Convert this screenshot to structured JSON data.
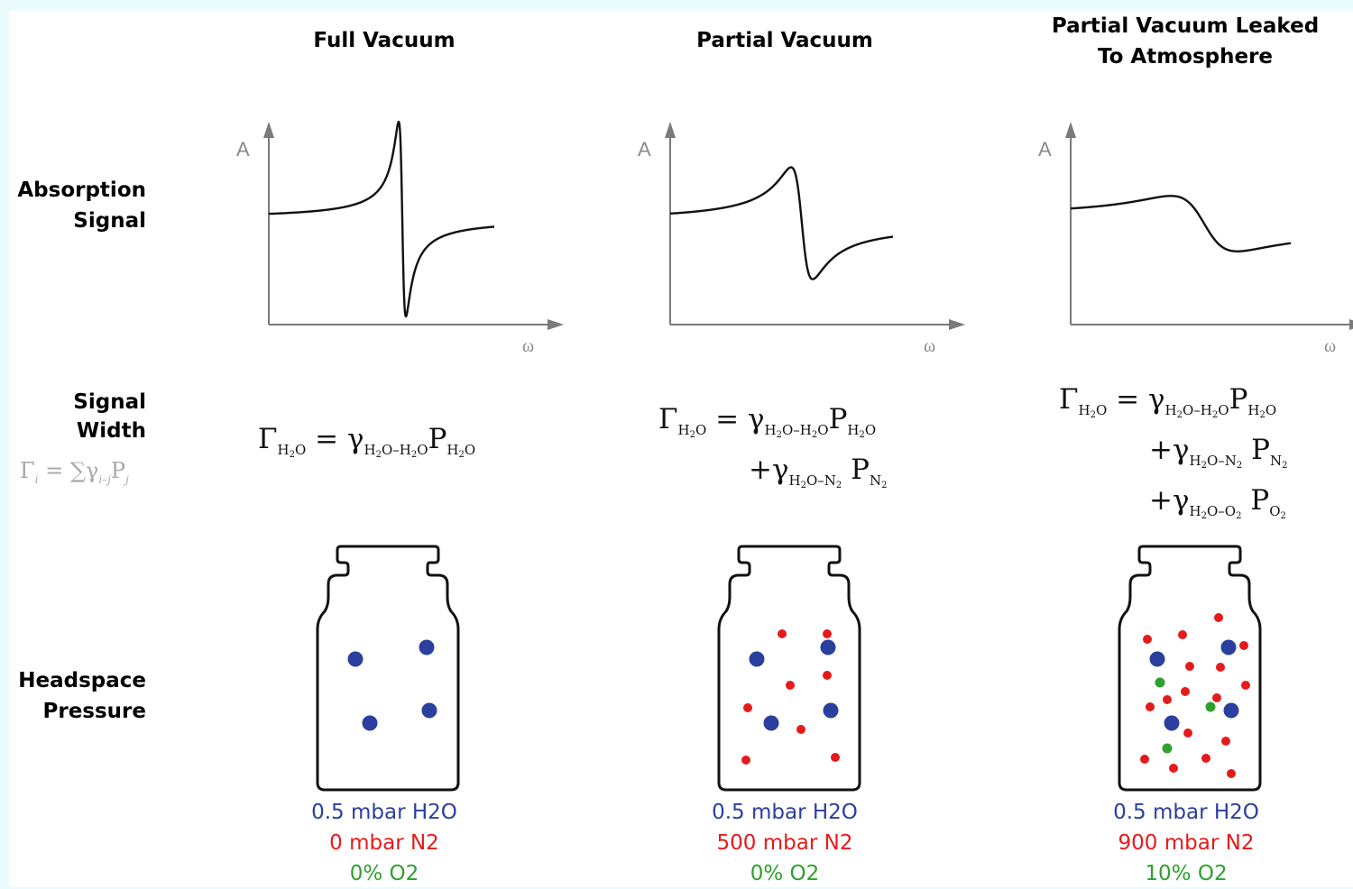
{
  "columns": [
    {
      "title_lines": [
        "Full Vacuum"
      ],
      "formula": {
        "lines": [
          "Γ<sub>H<sub>2</sub>O</sub> = γ<sub>H<sub>2</sub>O–H<sub>2</sub>O</sub>P<sub>H<sub>2</sub>O</sub>"
        ]
      },
      "pressure": {
        "h2o": "0.5 mbar H2O",
        "n2": "0 mbar N2",
        "o2": "0% O2"
      },
      "molecules": {
        "h2o_count": 4,
        "n2_count": 0,
        "o2_count": 0
      }
    },
    {
      "title_lines": [
        "Partial Vacuum"
      ],
      "formula": {
        "lines": [
          "Γ<sub>H<sub>2</sub>O</sub> = γ<sub>H<sub>2</sub>O–H<sub>2</sub>O</sub>P<sub>H<sub>2</sub>O</sub>",
          "+γ<sub>H<sub>2</sub>O–N<sub>2</sub></sub> P<sub>N<sub>2</sub></sub>"
        ]
      },
      "pressure": {
        "h2o": "0.5 mbar H2O",
        "n2": "500 mbar N2",
        "o2": "0% O2"
      },
      "molecules": {
        "h2o_count": 4,
        "n2_count": 8,
        "o2_count": 0
      }
    },
    {
      "title_lines": [
        "Partial Vacuum Leaked",
        "To Atmosphere"
      ],
      "formula": {
        "lines": [
          "Γ<sub>H<sub>2</sub>O</sub> = γ<sub>H<sub>2</sub>O–H<sub>2</sub>O</sub>P<sub>H<sub>2</sub>O</sub>",
          "+γ<sub>H<sub>2</sub>O–N<sub>2</sub></sub> P<sub>N<sub>2</sub></sub>",
          "+γ<sub>H<sub>2</sub>O–O<sub>2</sub></sub> P<sub>O<sub>2</sub></sub>"
        ]
      },
      "pressure": {
        "h2o": "0.5 mbar H2O",
        "n2": "900 mbar N2",
        "o2": "10% O2"
      },
      "molecules": {
        "h2o_count": 4,
        "n2_count": 17,
        "o2_count": 3
      }
    }
  ],
  "rows": {
    "absorption": [
      "Absorption",
      "Signal"
    ],
    "width": [
      "Signal",
      "Width"
    ],
    "headspace": [
      "Headspace",
      "Pressure"
    ],
    "width_formula": "Γ<sub>i</sub> = ∑γ<sub>i–j</sub>P<sub>j</sub>"
  },
  "axes": {
    "y_label": "A",
    "x_label": "ω"
  },
  "colors": {
    "h2o": "#2a3f9e",
    "n2": "#e51b1b",
    "o2": "#2ea12e",
    "axis": "#7a7a7a",
    "curve": "#111111",
    "outer_background": "#eafcfd"
  },
  "chart_data": [
    {
      "type": "line",
      "title": "Full Vacuum",
      "xlabel": "ω",
      "ylabel": "A",
      "linewidth_relative": "narrow",
      "shape": "dispersion"
    },
    {
      "type": "line",
      "title": "Partial Vacuum",
      "xlabel": "ω",
      "ylabel": "A",
      "linewidth_relative": "medium",
      "shape": "dispersion"
    },
    {
      "type": "line",
      "title": "Partial Vacuum Leaked To Atmosphere",
      "xlabel": "ω",
      "ylabel": "A",
      "linewidth_relative": "broad",
      "shape": "dispersion"
    }
  ]
}
